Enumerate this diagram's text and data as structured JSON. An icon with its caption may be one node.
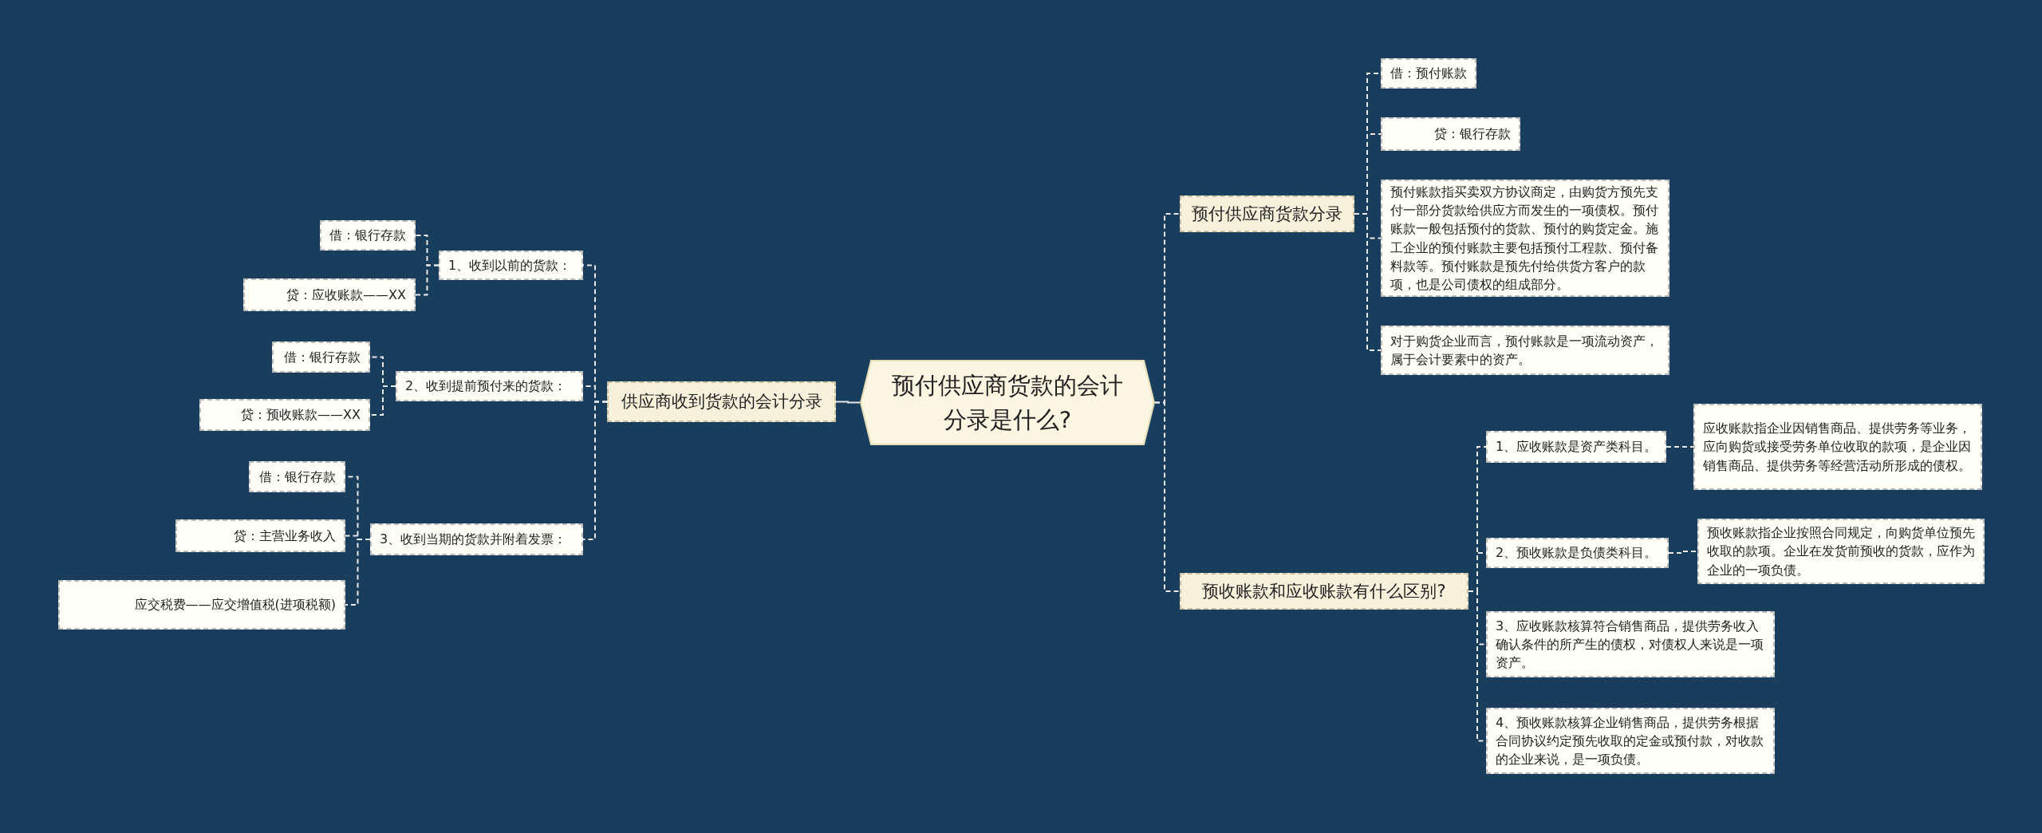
{
  "diagram": {
    "nodes": [
      {
        "text": [
          "预付供应商货款的会计分录是什么?"
        ]
      },
      {
        "text": [
          "预付供应商货款分录"
        ]
      },
      {
        "text": [
          "借：预付账款"
        ]
      },
      {
        "text": [
          "贷：银行存款"
        ]
      },
      {
        "text": [
          "预付账款指买卖双方协议商定，由购货方预先支付一部分货款给供应方而发生的一项债权。预付账款一般包括预付的货款、预付的购货定金。施工企业的预付账款主要包括预付工程款、预付备料款等。预付账款是预先付给供货方客户的款项，也是公司债权的组成部分。"
        ]
      },
      {
        "text": [
          "对于购货企业而言，预付账款是一项流动资产，属于会计要素中的资产。"
        ]
      },
      {
        "text": [
          "预收账款和应收账款有什么区别?"
        ]
      },
      {
        "text": [
          "1、应收账款是资产类科目。"
        ]
      },
      {
        "text": [
          "应收账款指企业因销售商品、提供劳务等业务，应向购货或接受劳务单位收取的款项，是企业因销售商品、提供劳务等经营活动所形成的债权。"
        ]
      },
      {
        "text": [
          "2、预收账款是负债类科目。"
        ]
      },
      {
        "text": [
          "预收账款指企业按照合同规定，向购货单位预先收取的款项。企业在发货前预收的货款，应作为企业的一项负债。"
        ]
      },
      {
        "text": [
          "3、应收账款核算符合销售商品，提供劳务收入确认条件的所产生的债权，对债权人来说是一项资产。"
        ]
      },
      {
        "text": [
          "4、预收账款核算企业销售商品，提供劳务根据合同协议约定预先收取的定金或预付款，对收款的企业来说，是一项负债。"
        ]
      },
      {
        "text": [
          "供应商收到货款的会计分录"
        ]
      },
      {
        "text": [
          "1、收到以前的货款："
        ]
      },
      {
        "text": [
          "借：银行存款"
        ]
      },
      {
        "text": [
          "贷：应收账款——XX"
        ]
      },
      {
        "text": [
          "2、收到提前预付来的货款："
        ]
      },
      {
        "text": [
          "借：银行存款"
        ]
      },
      {
        "text": [
          "贷：预收账款——XX"
        ]
      },
      {
        "text": [
          "3、收到当期的货款并附着发票："
        ]
      },
      {
        "text": [
          "借：银行存款"
        ]
      },
      {
        "text": [
          "贷：主营业务收入"
        ]
      },
      {
        "text": [
          "应交税费——应交增值税(进项税额)"
        ]
      }
    ],
    "edges": [
      {
        "from": 0,
        "to": 1,
        "arrow": "none",
        "style": "dashed"
      },
      {
        "from": 0,
        "to": 6,
        "arrow": "none",
        "style": "dashed"
      },
      {
        "from": 0,
        "to": 13,
        "arrow": "none"
      },
      {
        "from": 1,
        "to": 2,
        "arrow": "none",
        "style": "dashed"
      },
      {
        "from": 1,
        "to": 3,
        "arrow": "none",
        "style": "dashed"
      },
      {
        "from": 1,
        "to": 4,
        "arrow": "none",
        "style": "dashed"
      },
      {
        "from": 1,
        "to": 5,
        "arrow": "none",
        "style": "dashed"
      },
      {
        "from": 6,
        "to": 7,
        "arrow": "none",
        "style": "dashed"
      },
      {
        "from": 7,
        "to": 8,
        "arrow": "none",
        "style": "dashed"
      },
      {
        "from": 6,
        "to": 9,
        "arrow": "none",
        "style": "dashed"
      },
      {
        "from": 9,
        "to": 10,
        "arrow": "none",
        "style": "dashed"
      },
      {
        "from": 6,
        "to": 11,
        "arrow": "none",
        "style": "dashed"
      },
      {
        "from": 6,
        "to": 12,
        "arrow": "none",
        "style": "dashed"
      },
      {
        "from": 13,
        "to": 14,
        "arrow": "none",
        "style": "dashed"
      },
      {
        "from": 13,
        "to": 17,
        "arrow": "none",
        "style": "dashed"
      },
      {
        "from": 13,
        "to": 20,
        "arrow": "none",
        "style": "dashed"
      },
      {
        "from": 14,
        "to": 15,
        "arrow": "none",
        "style": "dashed"
      },
      {
        "from": 14,
        "to": 16,
        "arrow": "none",
        "style": "dashed"
      },
      {
        "from": 17,
        "to": 18,
        "arrow": "none",
        "style": "dashed"
      },
      {
        "from": 17,
        "to": 19,
        "arrow": "none",
        "style": "dashed"
      },
      {
        "from": 20,
        "to": 21,
        "arrow": "none",
        "style": "dashed"
      },
      {
        "from": 20,
        "to": 22,
        "arrow": "none",
        "style": "dashed"
      },
      {
        "from": 20,
        "to": 23,
        "arrow": "none",
        "style": "dashed"
      }
    ]
  }
}
